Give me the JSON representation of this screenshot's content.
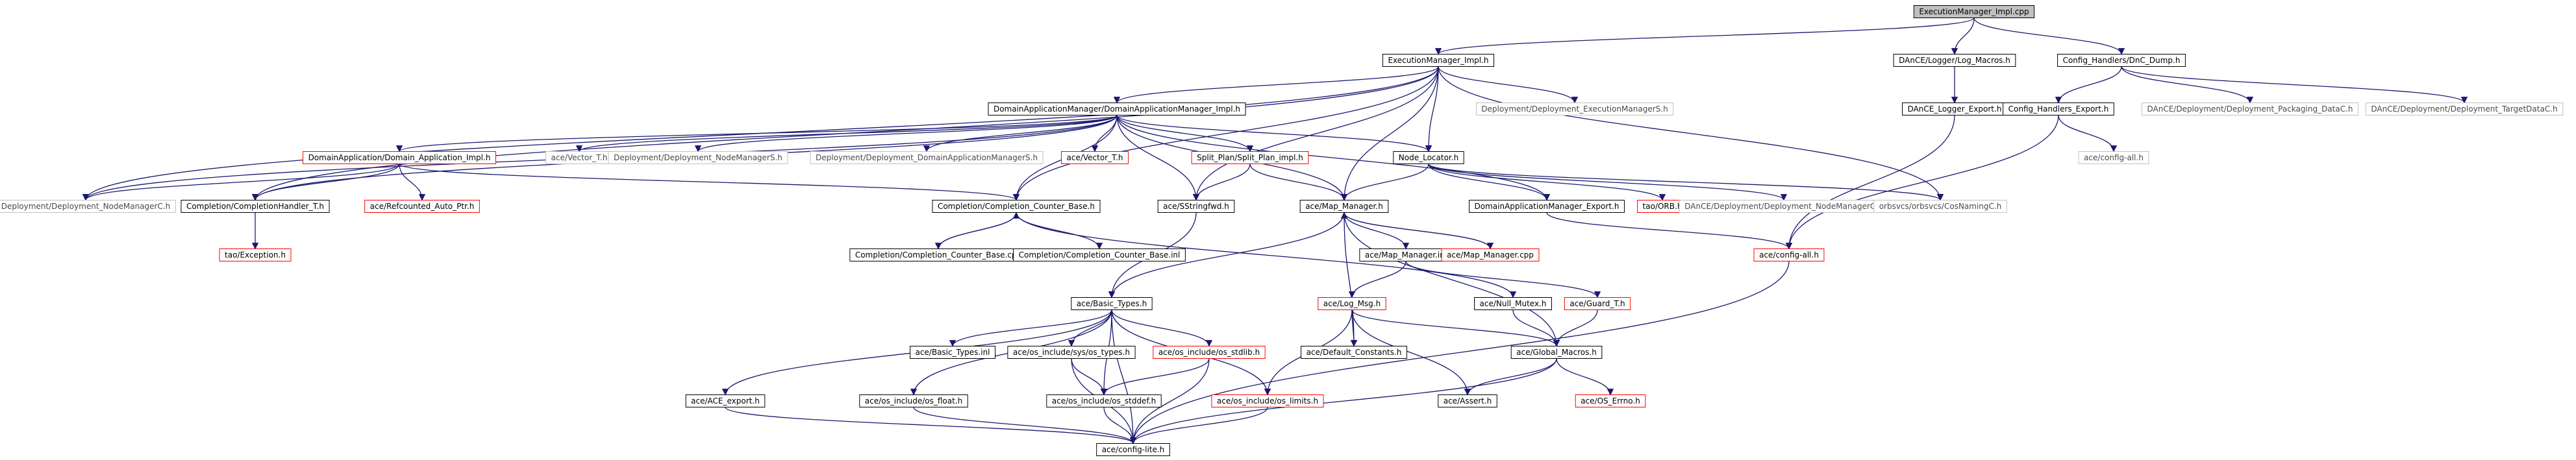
{
  "diagram": {
    "root": "ExecutionManager_Impl.cpp",
    "colors": {
      "root_fill": "#c0c0c0",
      "black_box": "#000000",
      "red_box": "#ff0000",
      "gray_box": "#c0c0c0",
      "text_black": "#000000",
      "text_gray": "#4a4a4a",
      "edge": "#191970"
    },
    "nodes": [
      {
        "id": "root",
        "label": "ExecutionManager_Impl.cpp",
        "style": "root"
      },
      {
        "id": "em_impl_h",
        "label": "ExecutionManager_Impl.h",
        "style": "black"
      },
      {
        "id": "logger_macros",
        "label": "DAnCE/Logger/Log_Macros.h",
        "style": "black"
      },
      {
        "id": "config_dump",
        "label": "Config_Handlers/DnC_Dump.h",
        "style": "black"
      },
      {
        "id": "logger_export",
        "label": "DAnCE_Logger_Export.h",
        "style": "black"
      },
      {
        "id": "ch_export",
        "label": "Config_Handlers_Export.h",
        "style": "black"
      },
      {
        "id": "pkg_datac",
        "label": "DAnCE/Deployment/Deployment_Packaging_DataC.h",
        "style": "gray"
      },
      {
        "id": "target_datac",
        "label": "DAnCE/Deployment/Deployment_TargetDataC.h",
        "style": "gray"
      },
      {
        "id": "config_all_small",
        "label": "ace/config-all.h",
        "style": "gray"
      },
      {
        "id": "dam_impl",
        "label": "DomainApplicationManager/DomainApplicationManager_Impl.h",
        "style": "black"
      },
      {
        "id": "exec_mgr_s",
        "label": "Deployment/Deployment_ExecutionManagerS.h",
        "style": "gray"
      },
      {
        "id": "da_impl",
        "label": "DomainApplication/Domain_Application_Impl.h",
        "style": "red"
      },
      {
        "id": "vector_t_gray",
        "label": "ace/Vector_T.h",
        "style": "gray"
      },
      {
        "id": "node_mgr_s",
        "label": "Deployment/Deployment_NodeManagerS.h",
        "style": "gray"
      },
      {
        "id": "dam_s",
        "label": "Deployment/Deployment_DomainApplicationManagerS.h",
        "style": "gray"
      },
      {
        "id": "vector_t_red",
        "label": "ace/Vector_T.h",
        "style": "red"
      },
      {
        "id": "split_plan",
        "label": "Split_Plan/Split_Plan_impl.h",
        "style": "red"
      },
      {
        "id": "node_locator",
        "label": "Node_Locator.h",
        "style": "black"
      },
      {
        "id": "node_mgr_c",
        "label": "Deployment/Deployment_NodeManagerC.h",
        "style": "gray"
      },
      {
        "id": "completion_handler",
        "label": "Completion/CompletionHandler_T.h",
        "style": "black"
      },
      {
        "id": "refcounted",
        "label": "ace/Refcounted_Auto_Ptr.h",
        "style": "red"
      },
      {
        "id": "counter_base_h",
        "label": "Completion/Completion_Counter_Base.h",
        "style": "black"
      },
      {
        "id": "sstring_fwd",
        "label": "ace/SStringfwd.h",
        "style": "black"
      },
      {
        "id": "map_manager_h",
        "label": "ace/Map_Manager.h",
        "style": "black"
      },
      {
        "id": "dam_export",
        "label": "DomainApplicationManager_Export.h",
        "style": "black"
      },
      {
        "id": "tao_orb",
        "label": "tao/ORB.h",
        "style": "red"
      },
      {
        "id": "dance_nm_c",
        "label": "DAnCE/Deployment/Deployment_NodeManagerC.h",
        "style": "gray"
      },
      {
        "id": "cos_naming",
        "label": "orbsvcs/orbsvcs/CosNamingC.h",
        "style": "gray"
      },
      {
        "id": "tao_exception",
        "label": "tao/Exception.h",
        "style": "red"
      },
      {
        "id": "counter_base_cpp",
        "label": "Completion/Completion_Counter_Base.cpp",
        "style": "black"
      },
      {
        "id": "counter_base_inl",
        "label": "Completion/Completion_Counter_Base.inl",
        "style": "black"
      },
      {
        "id": "map_manager_inl",
        "label": "ace/Map_Manager.inl",
        "style": "black"
      },
      {
        "id": "map_manager_cpp",
        "label": "ace/Map_Manager.cpp",
        "style": "red"
      },
      {
        "id": "config_all",
        "label": "ace/config-all.h",
        "style": "red"
      },
      {
        "id": "basic_types_h",
        "label": "ace/Basic_Types.h",
        "style": "black"
      },
      {
        "id": "log_msg",
        "label": "ace/Log_Msg.h",
        "style": "red"
      },
      {
        "id": "null_mutex",
        "label": "ace/Null_Mutex.h",
        "style": "black"
      },
      {
        "id": "guard_t",
        "label": "ace/Guard_T.h",
        "style": "red"
      },
      {
        "id": "basic_types_inl",
        "label": "ace/Basic_Types.inl",
        "style": "black"
      },
      {
        "id": "os_types",
        "label": "ace/os_include/sys/os_types.h",
        "style": "black"
      },
      {
        "id": "os_stdlib",
        "label": "ace/os_include/os_stdlib.h",
        "style": "red"
      },
      {
        "id": "default_constants",
        "label": "ace/Default_Constants.h",
        "style": "black"
      },
      {
        "id": "global_macros",
        "label": "ace/Global_Macros.h",
        "style": "black"
      },
      {
        "id": "ace_export",
        "label": "ace/ACE_export.h",
        "style": "black"
      },
      {
        "id": "os_float",
        "label": "ace/os_include/os_float.h",
        "style": "black"
      },
      {
        "id": "os_stddef",
        "label": "ace/os_include/os_stddef.h",
        "style": "black"
      },
      {
        "id": "os_limits",
        "label": "ace/os_include/os_limits.h",
        "style": "red"
      },
      {
        "id": "ace_assert",
        "label": "ace/Assert.h",
        "style": "black"
      },
      {
        "id": "os_errno",
        "label": "ace/OS_Errno.h",
        "style": "red"
      },
      {
        "id": "config_lite",
        "label": "ace/config-lite.h",
        "style": "black"
      }
    ],
    "edges": [
      [
        "root",
        "em_impl_h"
      ],
      [
        "root",
        "logger_macros"
      ],
      [
        "root",
        "config_dump"
      ],
      [
        "logger_macros",
        "logger_export"
      ],
      [
        "logger_export",
        "config_all"
      ],
      [
        "config_dump",
        "ch_export"
      ],
      [
        "config_dump",
        "pkg_datac"
      ],
      [
        "config_dump",
        "target_datac"
      ],
      [
        "ch_export",
        "config_all_small"
      ],
      [
        "ch_export",
        "config_all"
      ],
      [
        "em_impl_h",
        "dam_impl"
      ],
      [
        "em_impl_h",
        "exec_mgr_s"
      ],
      [
        "em_impl_h",
        "node_locator"
      ],
      [
        "em_impl_h",
        "node_mgr_c"
      ],
      [
        "em_impl_h",
        "completion_handler"
      ],
      [
        "em_impl_h",
        "counter_base_h"
      ],
      [
        "em_impl_h",
        "sstring_fwd"
      ],
      [
        "em_impl_h",
        "map_manager_h"
      ],
      [
        "em_impl_h",
        "cos_naming"
      ],
      [
        "dam_impl",
        "da_impl"
      ],
      [
        "dam_impl",
        "vector_t_gray"
      ],
      [
        "dam_impl",
        "node_mgr_s"
      ],
      [
        "dam_impl",
        "dam_s"
      ],
      [
        "dam_impl",
        "vector_t_red"
      ],
      [
        "dam_impl",
        "split_plan"
      ],
      [
        "dam_impl",
        "node_locator"
      ],
      [
        "dam_impl",
        "node_mgr_c"
      ],
      [
        "dam_impl",
        "completion_handler"
      ],
      [
        "dam_impl",
        "counter_base_h"
      ],
      [
        "dam_impl",
        "sstring_fwd"
      ],
      [
        "dam_impl",
        "map_manager_h"
      ],
      [
        "dam_impl",
        "dam_export"
      ],
      [
        "da_impl",
        "node_mgr_c"
      ],
      [
        "da_impl",
        "completion_handler"
      ],
      [
        "da_impl",
        "refcounted"
      ],
      [
        "da_impl",
        "counter_base_h"
      ],
      [
        "split_plan",
        "sstring_fwd"
      ],
      [
        "split_plan",
        "map_manager_h"
      ],
      [
        "node_locator",
        "map_manager_h"
      ],
      [
        "node_locator",
        "dam_export"
      ],
      [
        "node_locator",
        "tao_orb"
      ],
      [
        "node_locator",
        "dance_nm_c"
      ],
      [
        "node_locator",
        "cos_naming"
      ],
      [
        "completion_handler",
        "tao_exception"
      ],
      [
        "counter_base_h",
        "counter_base_cpp"
      ],
      [
        "counter_base_h",
        "counter_base_inl"
      ],
      [
        "counter_base_h",
        "null_mutex"
      ],
      [
        "counter_base_cpp",
        "counter_base_h"
      ],
      [
        "sstring_fwd",
        "basic_types_h"
      ],
      [
        "map_manager_h",
        "basic_types_h"
      ],
      [
        "map_manager_h",
        "map_manager_inl"
      ],
      [
        "map_manager_h",
        "map_manager_cpp"
      ],
      [
        "map_manager_h",
        "default_constants"
      ],
      [
        "map_manager_h",
        "global_macros"
      ],
      [
        "map_manager_cpp",
        "map_manager_h"
      ],
      [
        "dam_export",
        "config_all"
      ],
      [
        "map_manager_inl",
        "log_msg"
      ],
      [
        "map_manager_inl",
        "guard_t"
      ],
      [
        "config_all",
        "config_lite"
      ],
      [
        "basic_types_h",
        "ace_export"
      ],
      [
        "basic_types_h",
        "basic_types_inl"
      ],
      [
        "basic_types_h",
        "os_types"
      ],
      [
        "basic_types_h",
        "os_stdlib"
      ],
      [
        "basic_types_h",
        "os_float"
      ],
      [
        "basic_types_h",
        "os_stddef"
      ],
      [
        "basic_types_h",
        "os_limits"
      ],
      [
        "basic_types_h",
        "config_lite"
      ],
      [
        "log_msg",
        "default_constants"
      ],
      [
        "log_msg",
        "global_macros"
      ],
      [
        "log_msg",
        "os_limits"
      ],
      [
        "log_msg",
        "ace_assert"
      ],
      [
        "null_mutex",
        "global_macros"
      ],
      [
        "guard_t",
        "global_macros"
      ],
      [
        "os_types",
        "os_stddef"
      ],
      [
        "os_types",
        "config_lite"
      ],
      [
        "os_stdlib",
        "os_stddef"
      ],
      [
        "os_stdlib",
        "config_lite"
      ],
      [
        "global_macros",
        "ace_assert"
      ],
      [
        "global_macros",
        "os_errno"
      ],
      [
        "global_macros",
        "config_lite"
      ],
      [
        "ace_export",
        "config_lite"
      ],
      [
        "os_float",
        "config_lite"
      ],
      [
        "os_stddef",
        "config_lite"
      ],
      [
        "os_limits",
        "config_lite"
      ]
    ]
  }
}
